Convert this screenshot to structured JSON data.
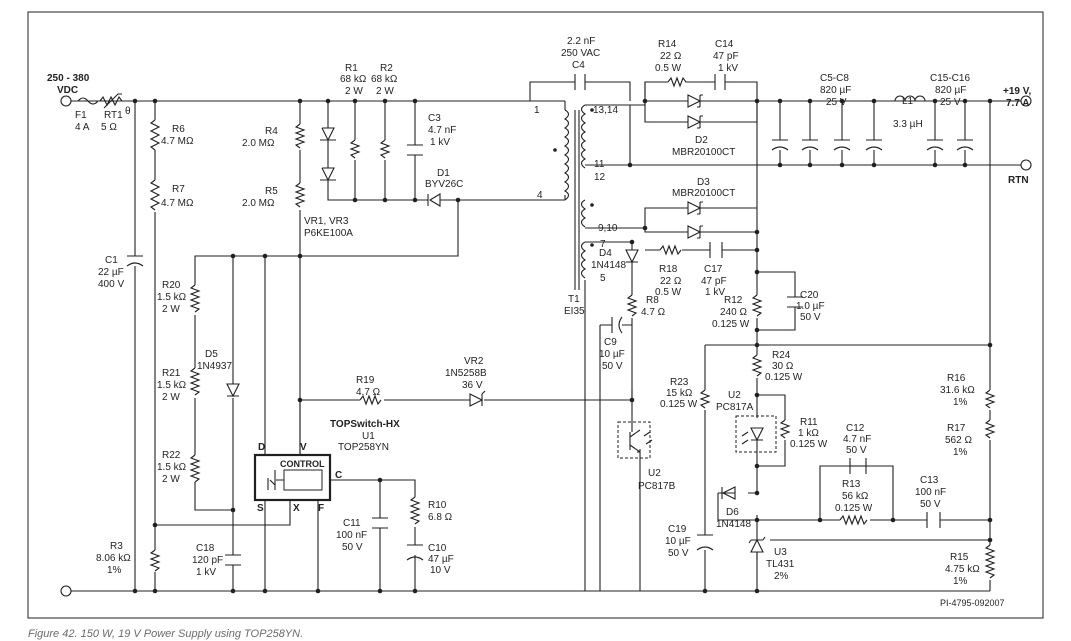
{
  "caption": "Figure 42. 150 W, 19 V Power Supply using TOP258YN.",
  "drawing_number": "PI-4795-092007",
  "input": {
    "voltage": "250 - 380",
    "unit": "VDC"
  },
  "output": {
    "voltage": "+19 V,",
    "current": "7.7 A",
    "return": "RTN"
  },
  "labels": {
    "F1": {
      "ref": "F1",
      "value": "4 A"
    },
    "RT1": {
      "ref": "RT1",
      "value": "5 Ω"
    },
    "R1": {
      "ref": "R1",
      "v1": "68 kΩ",
      "v2": "2 W"
    },
    "R2": {
      "ref": "R2",
      "v1": "68 kΩ",
      "v2": "2 W"
    },
    "C3": {
      "ref": "C3",
      "v1": "4.7 nF",
      "v2": "1 kV"
    },
    "D1": {
      "ref": "D1",
      "value": "BYV26C"
    },
    "R4": {
      "ref": "R4",
      "value": "2.0 MΩ"
    },
    "R5": {
      "ref": "R5",
      "value": "2.0 MΩ"
    },
    "R6": {
      "ref": "R6",
      "value": "4.7 MΩ"
    },
    "R7": {
      "ref": "R7",
      "value": "4.7 MΩ"
    },
    "C1": {
      "ref": "C1",
      "v1": "22 µF",
      "v2": "400 V"
    },
    "VR1": {
      "ref": "VR1, VR3",
      "value": "P6KE100A"
    },
    "C4": {
      "v1": "2.2 nF",
      "v2": "250 VAC",
      "ref": "C4"
    },
    "R14": {
      "ref": "R14",
      "v1": "22 Ω",
      "v2": "0.5 W"
    },
    "C14": {
      "ref": "C14",
      "v1": "47 pF",
      "v2": "1 kV"
    },
    "D2": {
      "ref": "D2",
      "value": "MBR20100CT"
    },
    "D3": {
      "ref": "D3",
      "value": "MBR20100CT"
    },
    "C5": {
      "ref": "C5-C8",
      "v1": "820 µF",
      "v2": "25 V"
    },
    "L1": {
      "ref": "L1",
      "value": "3.3 µH"
    },
    "C15": {
      "ref": "C15-C16",
      "v1": "820 µF",
      "v2": "25 V"
    },
    "T1": {
      "ref": "T1",
      "value": "EI35"
    },
    "D4": {
      "ref": "D4",
      "value": "1N4148"
    },
    "R18": {
      "ref": "R18",
      "v1": "22 Ω",
      "v2": "0.5 W"
    },
    "C17": {
      "ref": "C17",
      "v1": "47 pF",
      "v2": "1 kV"
    },
    "R12": {
      "ref": "R12",
      "v1": "240 Ω",
      "v2": "0.125 W"
    },
    "C20": {
      "ref": "C20",
      "v1": "1.0 µF",
      "v2": "50 V"
    },
    "R8": {
      "ref": "R8",
      "value": "4.7 Ω"
    },
    "C9": {
      "ref": "C9",
      "v1": "10 µF",
      "v2": "50 V"
    },
    "R20": {
      "ref": "R20",
      "v1": "1.5 kΩ",
      "v2": "2 W"
    },
    "D5": {
      "ref": "D5",
      "value": "1N4937"
    },
    "R21": {
      "ref": "R21",
      "v1": "1.5 kΩ",
      "v2": "2 W"
    },
    "R22": {
      "ref": "R22",
      "v1": "1.5 kΩ",
      "v2": "2 W"
    },
    "R19": {
      "ref": "R19",
      "value": "4.7 Ω"
    },
    "VR2": {
      "ref": "VR2",
      "v1": "1N5258B",
      "v2": "36 V"
    },
    "U1": {
      "title": "TOPSwitch-HX",
      "ref": "U1",
      "value": "TOP258YN",
      "control": "CONTROL"
    },
    "R24": {
      "ref": "R24",
      "v1": "30 Ω",
      "v2": "0.125 W"
    },
    "R23": {
      "ref": "R23",
      "v1": "15 kΩ",
      "v2": "0.125 W"
    },
    "U2a": {
      "ref": "U2",
      "value": "PC817A"
    },
    "U2b": {
      "ref": "U2",
      "value": "PC817B"
    },
    "R11": {
      "ref": "R11",
      "v1": "1 kΩ",
      "v2": "0.125 W"
    },
    "C12": {
      "ref": "C12",
      "v1": "4.7 nF",
      "v2": "50 V"
    },
    "R16": {
      "ref": "R16",
      "v1": "31.6 kΩ",
      "v2": "1%"
    },
    "R17": {
      "ref": "R17",
      "v1": "562 Ω",
      "v2": "1%"
    },
    "R13": {
      "ref": "R13",
      "v1": "56 kΩ",
      "v2": "0.125 W"
    },
    "C13": {
      "ref": "C13",
      "v1": "100 nF",
      "v2": "50 V"
    },
    "D6": {
      "ref": "D6",
      "value": "1N4148"
    },
    "C19": {
      "ref": "C19",
      "v1": "10 µF",
      "v2": "50 V"
    },
    "U3": {
      "ref": "U3",
      "v1": "TL431",
      "v2": "2%"
    },
    "R15": {
      "ref": "R15",
      "v1": "4.75 kΩ",
      "v2": "1%"
    },
    "R10": {
      "ref": "R10",
      "value": "6.8 Ω"
    },
    "C11": {
      "ref": "C11",
      "v1": "100 nF",
      "v2": "50 V"
    },
    "C10": {
      "ref": "C10",
      "v1": "47 µF",
      "v2": "10 V"
    },
    "C18": {
      "ref": "C18",
      "v1": "120 pF",
      "v2": "1 kV"
    },
    "R3": {
      "ref": "R3",
      "v1": "8.06 kΩ",
      "v2": "1%"
    }
  },
  "pins": {
    "p1": "1",
    "p4": "4",
    "p13": "13,14",
    "p11": "11",
    "p12": "12",
    "p910": "9,10",
    "p7": "7",
    "p5": "5",
    "pD": "D",
    "pV": "V",
    "pC": "C",
    "pS": "S",
    "pX": "X",
    "pF": "F",
    "theta": "θ"
  }
}
